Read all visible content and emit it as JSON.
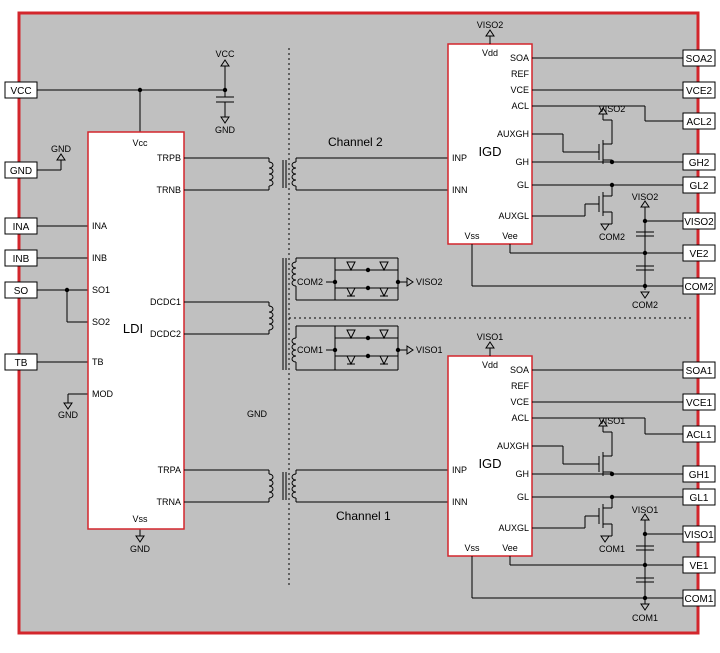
{
  "colors": {
    "background": "#c0c0c0",
    "border": "#d3262c",
    "wire": "#000000",
    "block_fill": "#ffffff"
  },
  "ports": {
    "vcc": "VCC",
    "gnd": "GND",
    "ina": "INA",
    "inb": "INB",
    "so": "SO",
    "tb": "TB",
    "soa2": "SOA2",
    "vce2": "VCE2",
    "acl2": "ACL2",
    "gh2": "GH2",
    "gl2": "GL2",
    "viso2": "VISO2",
    "ve2": "VE2",
    "com2": "COM2",
    "soa1": "SOA1",
    "vce1": "VCE1",
    "acl1": "ACL1",
    "gh1": "GH1",
    "gl1": "GL1",
    "viso1": "VISO1",
    "ve1": "VE1",
    "com1": "COM1"
  },
  "ldi": {
    "title": "LDI",
    "vcc": "Vcc",
    "vss": "Vss",
    "ina": "INA",
    "inb": "INB",
    "so1": "SO1",
    "so2": "SO2",
    "tb": "TB",
    "mod": "MOD",
    "trpb": "TRPB",
    "trnb": "TRNB",
    "dcdc1": "DCDC1",
    "dcdc2": "DCDC2",
    "trpa": "TRPA",
    "trna": "TRNA"
  },
  "igd2": {
    "title": "IGD",
    "vdd": "Vdd",
    "soa": "SOA",
    "ref": "REF",
    "vce": "VCE",
    "acl": "ACL",
    "auxgh": "AUXGH",
    "gh": "GH",
    "gl": "GL",
    "auxgl": "AUXGL",
    "inp": "INP",
    "inn": "INN",
    "vss": "Vss",
    "vee": "Vee"
  },
  "igd1": {
    "title": "IGD",
    "vdd": "Vdd",
    "soa": "SOA",
    "ref": "REF",
    "vce": "VCE",
    "acl": "ACL",
    "auxgh": "AUXGH",
    "gh": "GH",
    "gl": "GL",
    "auxgl": "AUXGL",
    "inp": "INP",
    "inn": "INN",
    "vss": "Vss",
    "vee": "Vee"
  },
  "labels": {
    "channel2": "Channel 2",
    "channel1": "Channel 1",
    "gnd": "GND",
    "vcc": "VCC",
    "viso2": "VISO2",
    "viso1": "VISO1",
    "com2": "COM2",
    "com1": "COM1"
  }
}
